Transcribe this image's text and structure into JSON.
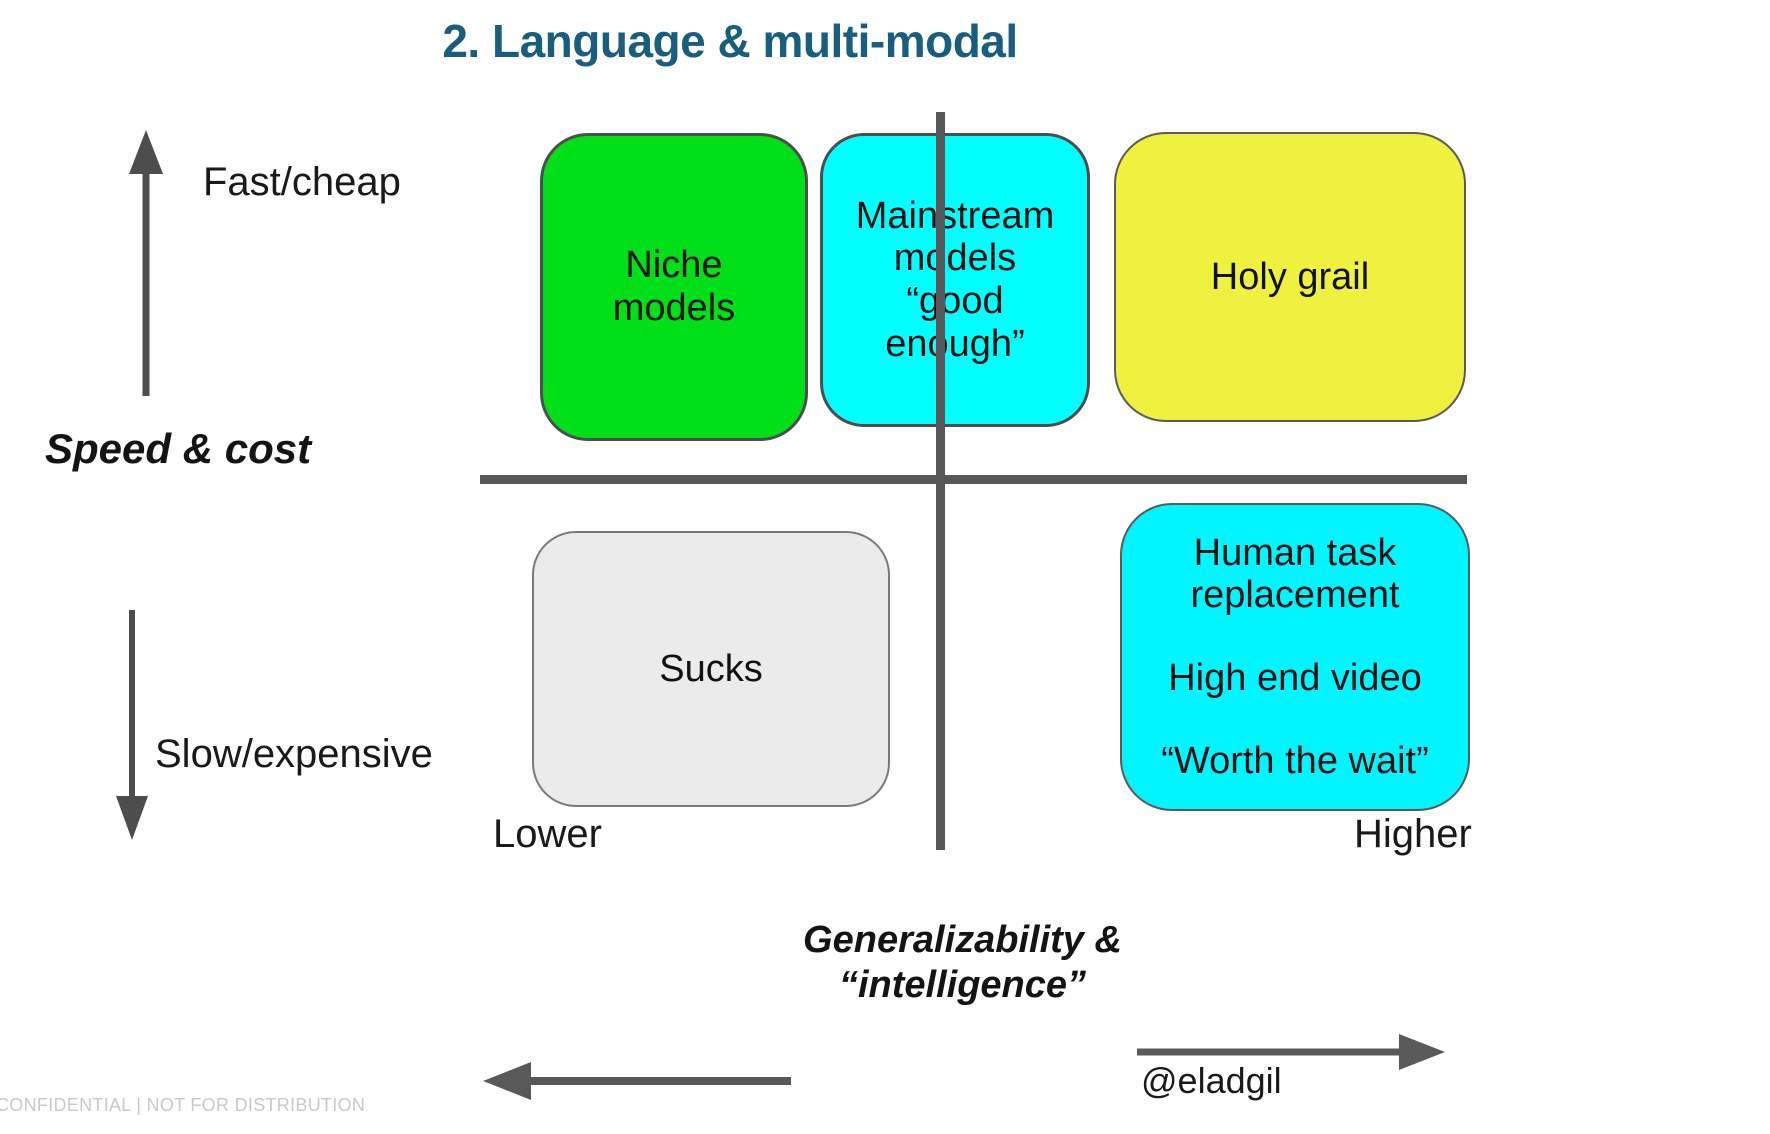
{
  "slide": {
    "title": "2. Language & multi-modal",
    "title_color": "#175E7F",
    "footer": "CONFIDENTIAL | NOT FOR DISTRIBUTION",
    "handle": "@eladgil"
  },
  "axes": {
    "y_axis_name": "Speed & cost",
    "y_axis_high": "Fast/cheap",
    "y_axis_low": "Slow/expensive",
    "x_axis_name_line1": "Generalizability &",
    "x_axis_name_line2": "“intelligence”",
    "x_axis_low": "Lower",
    "x_axis_high": "Higher",
    "line_color": "#57575a"
  },
  "chart_data": {
    "type": "scatter",
    "title": "2. Language & multi-modal",
    "xlabel": "Generalizability & “intelligence”",
    "ylabel": "Speed & cost",
    "xticklabels": [
      "Lower",
      "Higher"
    ],
    "yticklabels": [
      "Slow/expensive",
      "Fast/cheap"
    ],
    "grid": false,
    "legend": false,
    "quadrant_matrix": true,
    "items": [
      {
        "id": "niche-models",
        "label_lines": [
          "Niche",
          "models"
        ],
        "quadrant": "top-left",
        "color": "#00E019"
      },
      {
        "id": "mainstream-models",
        "label_lines": [
          "Mainstream",
          "models",
          "“good",
          "enough”"
        ],
        "quadrant": "top-center",
        "color": "#00FFFF"
      },
      {
        "id": "holy-grail",
        "label_lines": [
          "Holy grail"
        ],
        "quadrant": "top-right",
        "color": "#EEF23E"
      },
      {
        "id": "sucks",
        "label_lines": [
          "Sucks"
        ],
        "quadrant": "bottom-left",
        "color": "#EBEBEB"
      },
      {
        "id": "human-task-replacement",
        "label_lines": [
          "Human task",
          "replacement",
          "High end video",
          "“Worth the wait”"
        ],
        "quadrant": "bottom-right",
        "color": "#00F5FF"
      }
    ]
  },
  "boxes": {
    "niche": {
      "l1": "Niche",
      "l2": "models"
    },
    "mainstream": {
      "l1": "Mainstream",
      "l2": "models",
      "l3": "“good",
      "l4": "enough”"
    },
    "holygrail": {
      "l1": "Holy grail"
    },
    "sucks": {
      "l1": "Sucks"
    },
    "human": {
      "l1": "Human task",
      "l2": "replacement",
      "l3": "High end video",
      "l4": "“Worth the wait”"
    }
  }
}
